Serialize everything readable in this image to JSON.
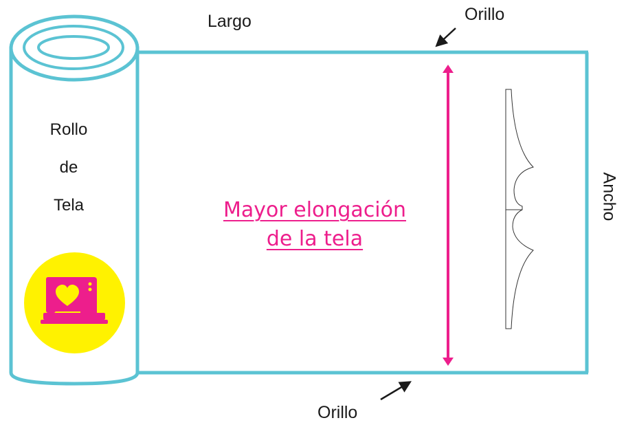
{
  "labels": {
    "largo": "Largo",
    "orillo_top": "Orillo",
    "orillo_bottom": "Orillo",
    "ancho": "Ancho"
  },
  "roll": {
    "line1": "Rollo",
    "line2": "de",
    "line3": "Tela"
  },
  "stretch": {
    "line1": "Mayor elongación",
    "line2": "de la tela"
  },
  "colors": {
    "fabric_edge": "#5bc3d3",
    "arrow": "#ed1e8c",
    "stretch_text": "#ed1e8c",
    "badge_bg": "#fff200",
    "badge_icon": "#ed1e8c",
    "outline": "#1a1a1a"
  },
  "icons": {
    "badge_icon": "sewing-machine-heart-icon"
  }
}
